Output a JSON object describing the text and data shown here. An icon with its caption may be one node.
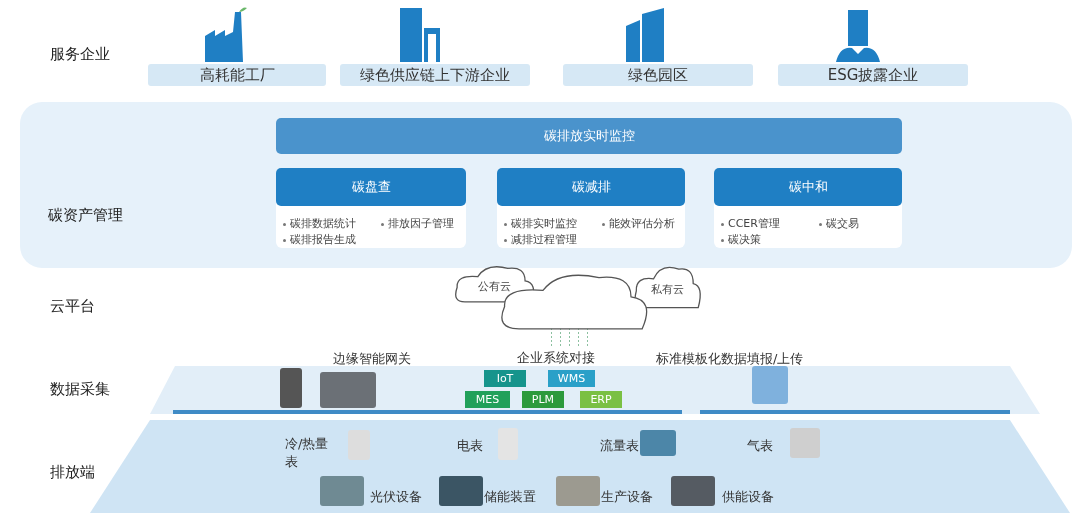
{
  "diagram": {
    "nodes": [
      {
        "text": [
          "高耗能工厂"
        ]
      },
      {
        "text": [
          "绿色供应链上下游企业"
        ]
      },
      {
        "text": [
          "绿色园区"
        ]
      },
      {
        "text": [
          "ESG披露企业"
        ]
      },
      {
        "text": [
          "碳资产管理"
        ]
      },
      {
        "text": [
          "碳排放实时监控"
        ],
        "in": 4
      },
      {
        "text": [
          "碳盘查",
          "碳排数据统计",
          "排放因子管理",
          "碳排报告生成"
        ],
        "in": 4
      },
      {
        "text": [
          "碳减排",
          "碳排实时监控",
          "能效评估分析",
          "减排过程管理"
        ],
        "in": 4
      },
      {
        "text": [
          "碳中和",
          "CCER管理",
          "碳交易",
          "碳决策"
        ],
        "in": 4
      },
      {
        "text": [
          "公有云"
        ]
      },
      {
        "text": [
          "私有云"
        ]
      },
      {
        "text": [],
        "shape": "cloud"
      },
      {
        "text": [
          "IoT"
        ]
      },
      {
        "text": [
          "WMS"
        ]
      },
      {
        "text": [
          "MES"
        ]
      },
      {
        "text": [
          "PLM"
        ]
      },
      {
        "text": [
          "ERP"
        ]
      },
      {
        "text": [
          "企业系统对接"
        ]
      }
    ],
    "edges": [
      {
        "from": 11,
        "to": 17,
        "arrow": "none",
        "style": "dashed"
      }
    ],
    "labels": [
      "服务企业",
      "云平台",
      "数据采集",
      "排放端",
      "边缘智能网关",
      "标准模板化数据填报/上传",
      "冷/热量表",
      "电表",
      "流量表",
      "气表",
      "光伏设备",
      "储能装置",
      "生产设备",
      "供能设备"
    ]
  }
}
